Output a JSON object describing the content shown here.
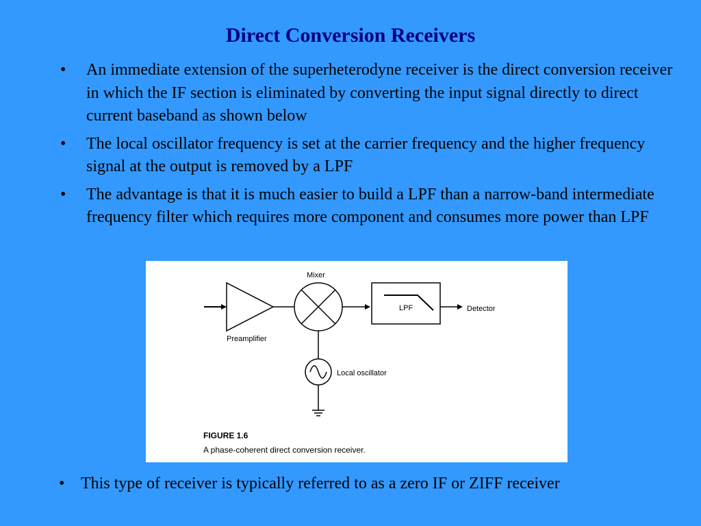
{
  "slide": {
    "title": "Direct Conversion Receivers",
    "bullet_glyph": "•",
    "bullets": [
      "An immediate extension of the superheterodyne receiver is the direct conversion receiver in which the IF section is eliminated by converting the input signal directly to direct current baseband as shown below",
      "The local oscillator frequency is set at the carrier frequency and the higher frequency signal at the output is removed by a LPF",
      "The advantage is that it is much easier to build a LPF than a narrow-band intermediate frequency filter which requires more component and consumes more power than LPF"
    ],
    "last_bullet": "This type of receiver is typically referred to as a zero IF or ZIFF receiver"
  },
  "figure": {
    "labels": {
      "mixer": "Mixer",
      "preamplifier": "Preamplifier",
      "lpf": "LPF",
      "detector": "Detector",
      "local_oscillator": "Local oscillator"
    },
    "caption_title": "FIGURE 1.6",
    "caption_text": "A phase-coherent direct conversion receiver."
  },
  "colors": {
    "background": "#3399ff",
    "title": "#000080",
    "figure_background": "#ffffff"
  }
}
